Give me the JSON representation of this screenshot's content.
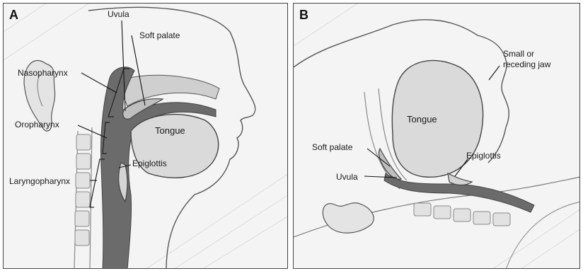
{
  "panels": [
    {
      "letter": "A",
      "labels": {
        "uvula": "Uvula",
        "soft_palate": "Soft palate",
        "nasopharynx": "Nasopharynx",
        "oropharynx": "Oropharynx",
        "tongue": "Tongue",
        "epiglottis": "Epiglottis",
        "laryngopharynx": "Laryngopharynx"
      }
    },
    {
      "letter": "B",
      "labels": {
        "jaw_line1": "Small or",
        "jaw_line2": "receding jaw",
        "tongue": "Tongue",
        "soft_palate": "Soft palate",
        "epiglottis": "Epiglottis",
        "uvula": "Uvula"
      }
    }
  ],
  "colors": {
    "airway": "#6b6b6b",
    "tissue": "#d9d9d9",
    "background": "#f4f4f4",
    "line": "#333333"
  }
}
